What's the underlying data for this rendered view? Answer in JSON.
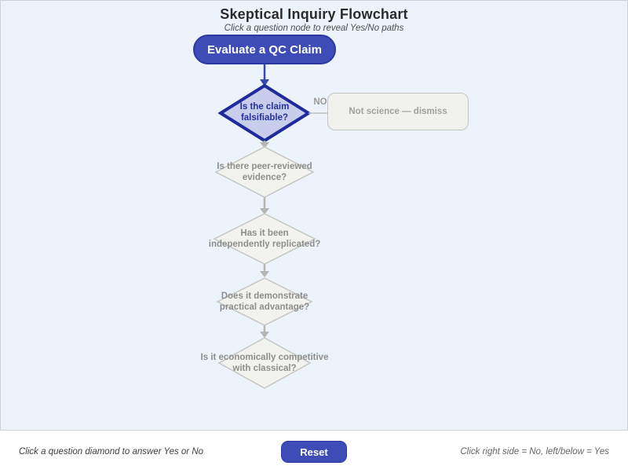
{
  "title": "Skeptical Inquiry Flowchart",
  "subtitle": "Click a question node to reveal Yes/No paths",
  "colors": {
    "accent": "#3e4cb8",
    "canvas_background": "#edf3fb",
    "active_diamond_fill": "#c8cdeb",
    "active_diamond_border": "#1d2c9a",
    "faded_fill": "#f2f2ef",
    "faded_border": "#c6c6c3"
  },
  "start_node": {
    "label": "Evaluate a QC Claim"
  },
  "questions": [
    {
      "label": "Is the claim falsifiable?",
      "state": "active",
      "lines": [
        "Is the claim",
        "falsifiable?"
      ]
    },
    {
      "label": "Is there peer-reviewed evidence?",
      "state": "faded",
      "lines": [
        "Is there peer-reviewed",
        "evidence?"
      ]
    },
    {
      "label": "Has it been independently replicated?",
      "state": "faded",
      "lines": [
        "Has it been",
        "independently replicated?"
      ]
    },
    {
      "label": "Does it demonstrate practical advantage?",
      "state": "faded",
      "lines": [
        "Does it demonstrate",
        "practical advantage?"
      ]
    },
    {
      "label": "Is it economically competitive with classical?",
      "state": "faded",
      "lines": [
        "Is it economically competitive",
        "with classical?"
      ]
    }
  ],
  "no_branch": {
    "edge_label": "NO",
    "result_label": "Not science — dismiss"
  },
  "footer": {
    "left_hint": "Click a question diamond to answer Yes or No",
    "reset_label": "Reset",
    "right_hint": "Click right side = No, left/below = Yes"
  }
}
